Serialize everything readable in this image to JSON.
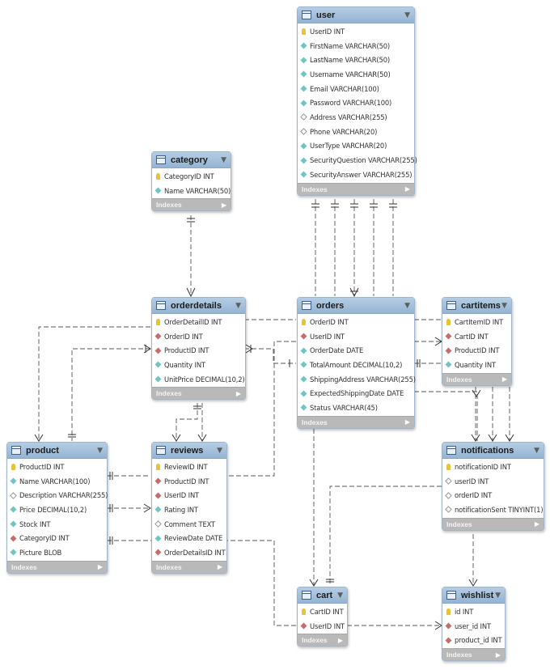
{
  "tables": {
    "user": {
      "name": "user",
      "columns": [
        {
          "text": "UserID INT",
          "kind": "pk"
        },
        {
          "text": "FirstName VARCHAR(50)",
          "kind": "nn"
        },
        {
          "text": "LastName VARCHAR(50)",
          "kind": "nn"
        },
        {
          "text": "Username VARCHAR(50)",
          "kind": "nn"
        },
        {
          "text": "Email VARCHAR(100)",
          "kind": "nn"
        },
        {
          "text": "Password VARCHAR(100)",
          "kind": "nn"
        },
        {
          "text": "Address VARCHAR(255)",
          "kind": "null"
        },
        {
          "text": "Phone VARCHAR(20)",
          "kind": "null"
        },
        {
          "text": "UserType VARCHAR(20)",
          "kind": "nn"
        },
        {
          "text": "SecurityQuestion VARCHAR(255)",
          "kind": "nn"
        },
        {
          "text": "SecurityAnswer VARCHAR(255)",
          "kind": "nn"
        }
      ],
      "indexes": "Indexes"
    },
    "category": {
      "name": "category",
      "columns": [
        {
          "text": "CategoryID INT",
          "kind": "pk"
        },
        {
          "text": "Name VARCHAR(50)",
          "kind": "nn"
        }
      ],
      "indexes": "Indexes"
    },
    "orderdetails": {
      "name": "orderdetails",
      "columns": [
        {
          "text": "OrderDetailID INT",
          "kind": "pk"
        },
        {
          "text": "OrderID INT",
          "kind": "fk"
        },
        {
          "text": "ProductID INT",
          "kind": "fk"
        },
        {
          "text": "Quantity INT",
          "kind": "nn"
        },
        {
          "text": "UnitPrice DECIMAL(10,2)",
          "kind": "nn"
        }
      ],
      "indexes": "Indexes"
    },
    "orders": {
      "name": "orders",
      "columns": [
        {
          "text": "OrderID INT",
          "kind": "pk"
        },
        {
          "text": "UserID INT",
          "kind": "fk"
        },
        {
          "text": "OrderDate DATE",
          "kind": "nn"
        },
        {
          "text": "TotalAmount DECIMAL(10,2)",
          "kind": "nn"
        },
        {
          "text": "ShippingAddress VARCHAR(255)",
          "kind": "nn"
        },
        {
          "text": "ExpectedShippingDate DATE",
          "kind": "nn"
        },
        {
          "text": "Status VARCHAR(45)",
          "kind": "nn"
        }
      ],
      "indexes": "Indexes"
    },
    "cartitems": {
      "name": "cartitems",
      "columns": [
        {
          "text": "CartItemID INT",
          "kind": "pk"
        },
        {
          "text": "CartID INT",
          "kind": "fk"
        },
        {
          "text": "ProductID INT",
          "kind": "fk"
        },
        {
          "text": "Quantity INT",
          "kind": "nn"
        }
      ],
      "indexes": "Indexes"
    },
    "product": {
      "name": "product",
      "columns": [
        {
          "text": "ProductID INT",
          "kind": "pk"
        },
        {
          "text": "Name VARCHAR(100)",
          "kind": "nn"
        },
        {
          "text": "Description VARCHAR(255)",
          "kind": "null"
        },
        {
          "text": "Price DECIMAL(10,2)",
          "kind": "nn"
        },
        {
          "text": "Stock INT",
          "kind": "nn"
        },
        {
          "text": "CategoryID INT",
          "kind": "fk"
        },
        {
          "text": "Picture BLOB",
          "kind": "nn"
        }
      ],
      "indexes": "Indexes"
    },
    "reviews": {
      "name": "reviews",
      "columns": [
        {
          "text": "ReviewID INT",
          "kind": "pk"
        },
        {
          "text": "ProductID INT",
          "kind": "fk"
        },
        {
          "text": "UserID INT",
          "kind": "fk"
        },
        {
          "text": "Rating INT",
          "kind": "nn"
        },
        {
          "text": "Comment TEXT",
          "kind": "null"
        },
        {
          "text": "ReviewDate DATE",
          "kind": "nn"
        },
        {
          "text": "OrderDetailsID INT",
          "kind": "fk"
        }
      ],
      "indexes": "Indexes"
    },
    "notifications": {
      "name": "notifications",
      "columns": [
        {
          "text": "notificationID INT",
          "kind": "pk"
        },
        {
          "text": "userID INT",
          "kind": "null"
        },
        {
          "text": "orderID INT",
          "kind": "null"
        },
        {
          "text": "notificationSent TINYINT(1)",
          "kind": "null"
        }
      ],
      "indexes": "Indexes"
    },
    "cart": {
      "name": "cart",
      "columns": [
        {
          "text": "CartID INT",
          "kind": "pk"
        },
        {
          "text": "UserID INT",
          "kind": "fk"
        }
      ],
      "indexes": "Indexes"
    },
    "wishlist": {
      "name": "wishlist",
      "columns": [
        {
          "text": "id INT",
          "kind": "pk"
        },
        {
          "text": "user_id INT",
          "kind": "fk"
        },
        {
          "text": "product_id INT",
          "kind": "fk"
        }
      ],
      "indexes": "Indexes"
    }
  },
  "colors": {
    "header": "#9fbcd9",
    "indexes_bar": "#b9b9b9",
    "line": "#555555",
    "pk": "#e8c238",
    "fk": "#c96b6b",
    "nn": "#6fc4c4"
  }
}
